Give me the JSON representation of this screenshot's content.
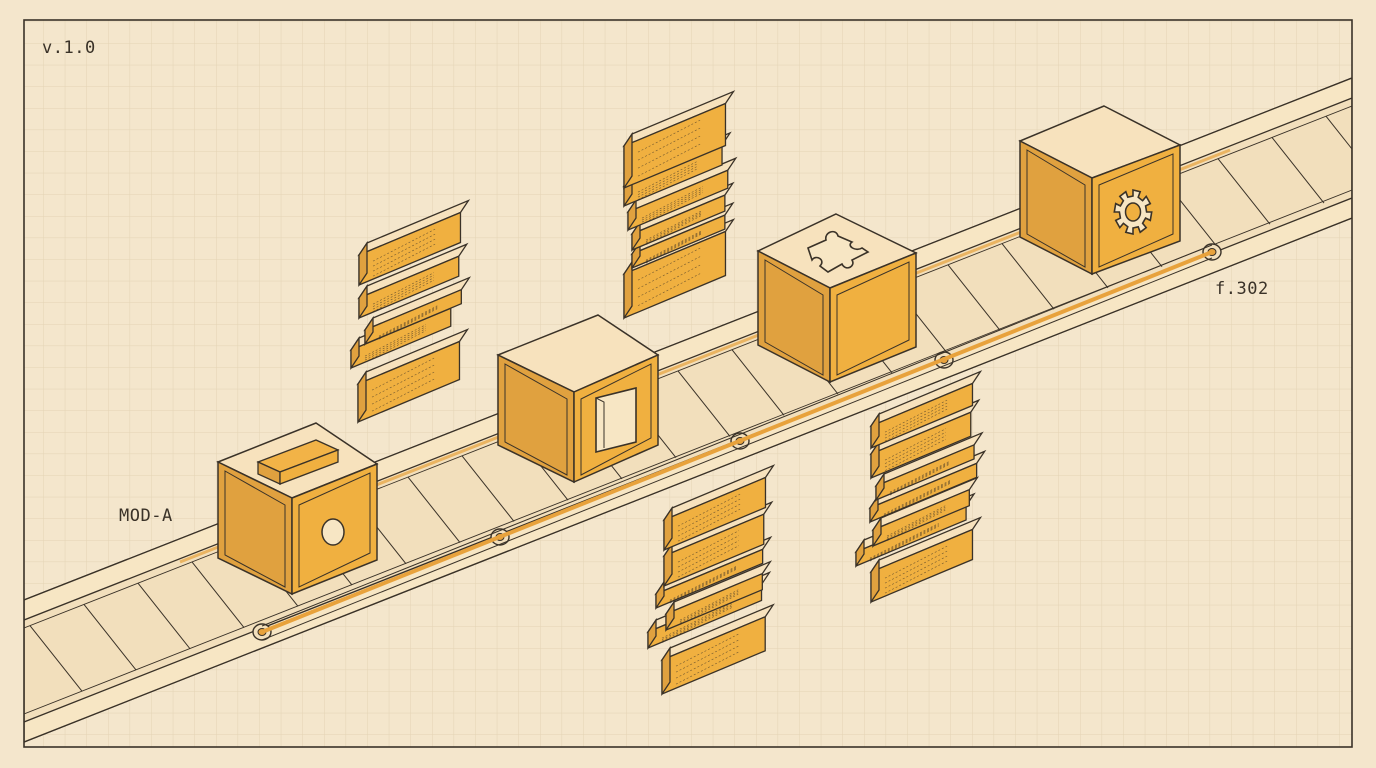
{
  "labels": {
    "version": "v.1.0",
    "module": "MOD-A",
    "figure": "f.302"
  },
  "icons": {
    "box_1": "slot-icon",
    "box_1_face": "hole-icon",
    "box_2": "square-window-icon",
    "box_3": "puzzle-piece-icon",
    "box_4": "gear-icon"
  },
  "colors": {
    "background": "#f4e6cc",
    "grid": "#e3d3b4",
    "ink": "#3a3228",
    "box_left": "#e0a13f",
    "box_right": "#f0b040",
    "box_top": "#f7e2bd",
    "belt": "#f2dfbc",
    "belt_accent": "#e8a23c"
  }
}
